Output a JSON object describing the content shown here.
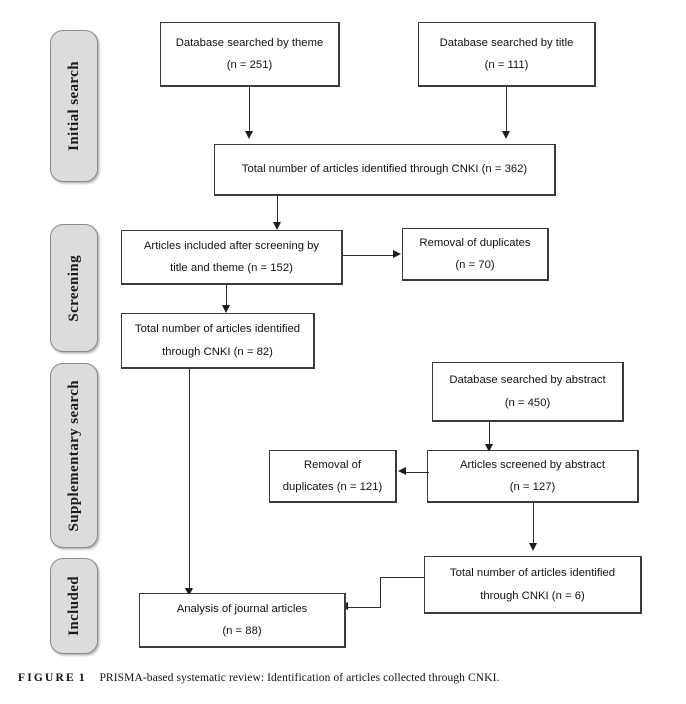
{
  "figure": {
    "label_word": "FIGURE",
    "label_number": "1",
    "caption": "PRISMA-based systematic review: Identification of articles collected through CNKI."
  },
  "stages": [
    {
      "id": "initial-search",
      "label": "Initial search"
    },
    {
      "id": "screening",
      "label": "Screening"
    },
    {
      "id": "supplementary-search",
      "label": "Supplementary search"
    },
    {
      "id": "included",
      "label": "Included"
    }
  ],
  "boxes": [
    {
      "id": "database-searched-by-theme",
      "line1": "Database searched by theme",
      "line2": "(n = 251)"
    },
    {
      "id": "database-searched-by-title",
      "line1": "Database searched by title",
      "line2": "(n = 111)"
    },
    {
      "id": "total-articles-cnki-362",
      "line1": "Total number of articles identified through CNKI (n = 362)",
      "line2": ""
    },
    {
      "id": "articles-included-screening",
      "line1": "Articles included after screening by",
      "line2": "title and theme (n = 152)"
    },
    {
      "id": "removal-of-duplicates-70",
      "line1": "Removal of duplicates",
      "line2": "(n = 70)"
    },
    {
      "id": "total-articles-cnki-82",
      "line1": "Total number of articles identified",
      "line2": "through CNKI (n = 82)"
    },
    {
      "id": "database-searched-by-abstract",
      "line1": "Database searched by abstract",
      "line2": "(n = 450)"
    },
    {
      "id": "articles-screened-by-abstract",
      "line1": "Articles screened by abstract",
      "line2": "(n = 127)"
    },
    {
      "id": "removal-of-duplicates-121",
      "line1": "Removal of",
      "line2": "duplicates (n = 121)"
    },
    {
      "id": "total-articles-cnki-6",
      "line1": "Total number of articles identified",
      "line2": "through CNKI (n = 6)"
    },
    {
      "id": "analysis-of-journal-articles",
      "line1": "Analysis of journal articles",
      "line2": "(n = 88)"
    }
  ],
  "colors": {
    "stage_fill": "#dcdcdc",
    "stage_border": "#8a8a8a",
    "box_border": "#3b3b3b",
    "connector": "#2b2b2b",
    "background": "#ffffff",
    "text": "#121212"
  },
  "chart_data": {
    "type": "diagram",
    "title": "PRISMA-based systematic review: Identification of articles collected through CNKI.",
    "nodes": [
      {
        "id": "database-searched-by-theme",
        "stage": "Initial search",
        "text": "Database searched by theme",
        "n": 251
      },
      {
        "id": "database-searched-by-title",
        "stage": "Initial search",
        "text": "Database searched by title",
        "n": 111
      },
      {
        "id": "total-articles-cnki-362",
        "stage": "Initial search",
        "text": "Total number of articles identified through CNKI",
        "n": 362
      },
      {
        "id": "articles-included-screening",
        "stage": "Screening",
        "text": "Articles included after screening by title and theme",
        "n": 152
      },
      {
        "id": "removal-of-duplicates-70",
        "stage": "Screening",
        "text": "Removal of duplicates",
        "n": 70
      },
      {
        "id": "total-articles-cnki-82",
        "stage": "Screening",
        "text": "Total number of articles identified through CNKI",
        "n": 82
      },
      {
        "id": "database-searched-by-abstract",
        "stage": "Supplementary search",
        "text": "Database searched by abstract",
        "n": 450
      },
      {
        "id": "articles-screened-by-abstract",
        "stage": "Supplementary search",
        "text": "Articles screened by abstract",
        "n": 127
      },
      {
        "id": "removal-of-duplicates-121",
        "stage": "Supplementary search",
        "text": "Removal of duplicates",
        "n": 121
      },
      {
        "id": "total-articles-cnki-6",
        "stage": "Supplementary search",
        "text": "Total number of articles identified through CNKI",
        "n": 6
      },
      {
        "id": "analysis-of-journal-articles",
        "stage": "Included",
        "text": "Analysis of journal articles",
        "n": 88
      }
    ],
    "edges": [
      {
        "from": "database-searched-by-theme",
        "to": "total-articles-cnki-362"
      },
      {
        "from": "database-searched-by-title",
        "to": "total-articles-cnki-362"
      },
      {
        "from": "total-articles-cnki-362",
        "to": "articles-included-screening"
      },
      {
        "from": "articles-included-screening",
        "to": "removal-of-duplicates-70"
      },
      {
        "from": "articles-included-screening",
        "to": "total-articles-cnki-82"
      },
      {
        "from": "total-articles-cnki-82",
        "to": "analysis-of-journal-articles"
      },
      {
        "from": "database-searched-by-abstract",
        "to": "articles-screened-by-abstract"
      },
      {
        "from": "articles-screened-by-abstract",
        "to": "removal-of-duplicates-121"
      },
      {
        "from": "articles-screened-by-abstract",
        "to": "total-articles-cnki-6"
      },
      {
        "from": "total-articles-cnki-6",
        "to": "analysis-of-journal-articles"
      }
    ]
  }
}
